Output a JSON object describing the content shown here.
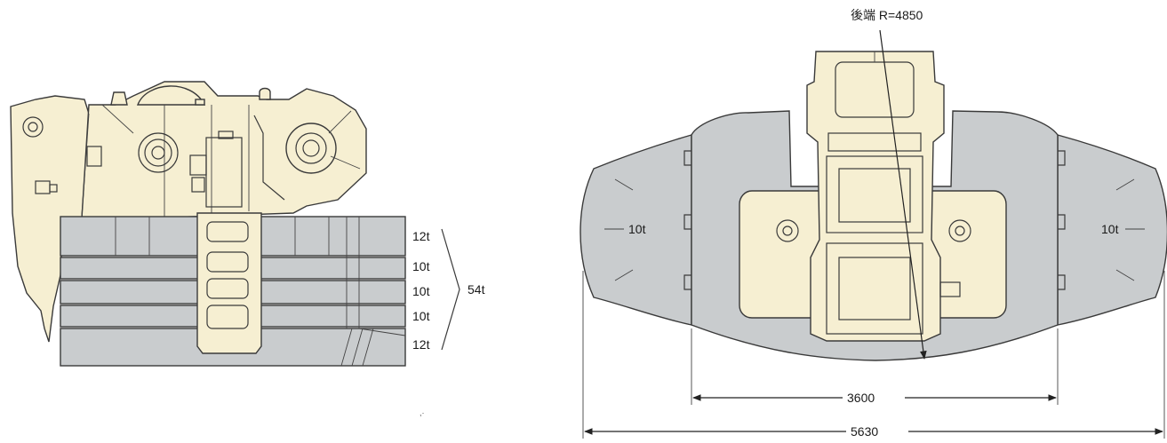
{
  "side_view": {
    "weights": [
      "12t",
      "10t",
      "10t",
      "10t",
      "12t"
    ],
    "total": "54t"
  },
  "top_view": {
    "left_weight": "10t",
    "right_weight": "10t",
    "tail_radius": "後端 R=4850",
    "inner_width": "3600",
    "outer_width": "5630"
  },
  "colors": {
    "machine": "#f6efd2",
    "counterweight": "#c9ccce",
    "outline": "#3a3a3a"
  }
}
